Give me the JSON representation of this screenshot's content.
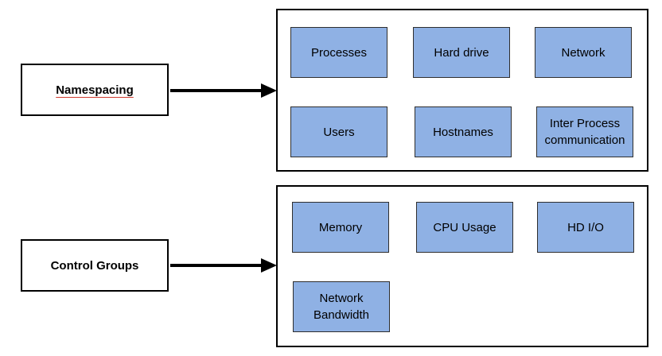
{
  "colors": {
    "cell_fill": "#8fb1e4",
    "line": "#000000",
    "underline_accent": "#d13b2f"
  },
  "groups": [
    {
      "label": "Namespacing",
      "items": [
        "Processes",
        "Hard drive",
        "Network",
        "Users",
        "Hostnames",
        "Inter Process communication"
      ]
    },
    {
      "label": "Control Groups",
      "items": [
        "Memory",
        "CPU Usage",
        "HD I/O",
        "Network Bandwidth"
      ]
    }
  ]
}
